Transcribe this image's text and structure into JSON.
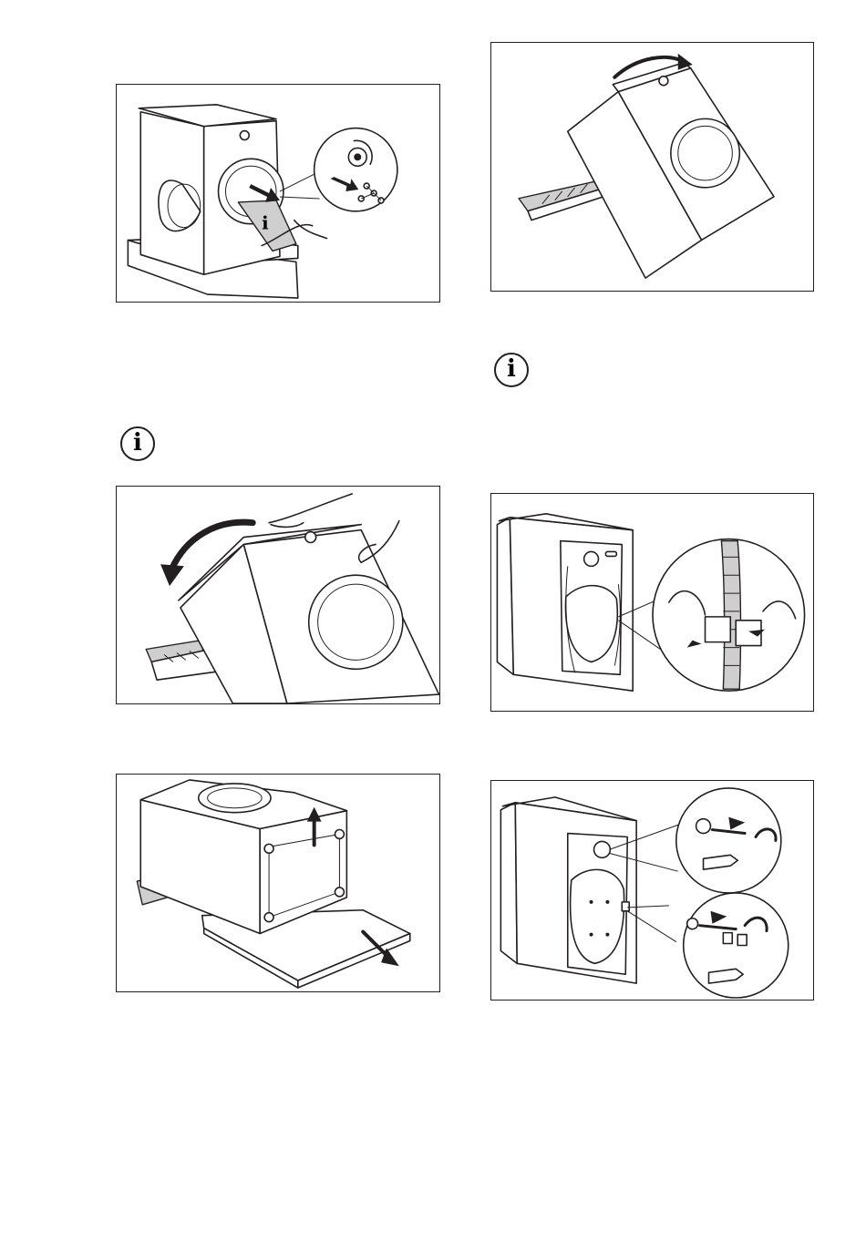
{
  "figures": [
    {
      "id": "fig-remove-transit-bolts-bag",
      "depicts": "washing-machine"
    },
    {
      "id": "fig-tilt-machine-right",
      "depicts": "washing-machine"
    },
    {
      "id": "fig-tilt-machine-left",
      "depicts": "washing-machine"
    },
    {
      "id": "fig-remove-hose-clips",
      "depicts": "washing-machine"
    },
    {
      "id": "fig-remove-base-packaging",
      "depicts": "washing-machine"
    },
    {
      "id": "fig-remove-rear-bolts",
      "depicts": "washing-machine"
    }
  ],
  "info_notes": [
    {
      "symbol": "i",
      "icon": "info-icon"
    },
    {
      "symbol": "i",
      "icon": "info-icon"
    }
  ],
  "colors": {
    "line": "#231f20",
    "fill_grey": "#cfcfcf",
    "background": "#ffffff"
  }
}
